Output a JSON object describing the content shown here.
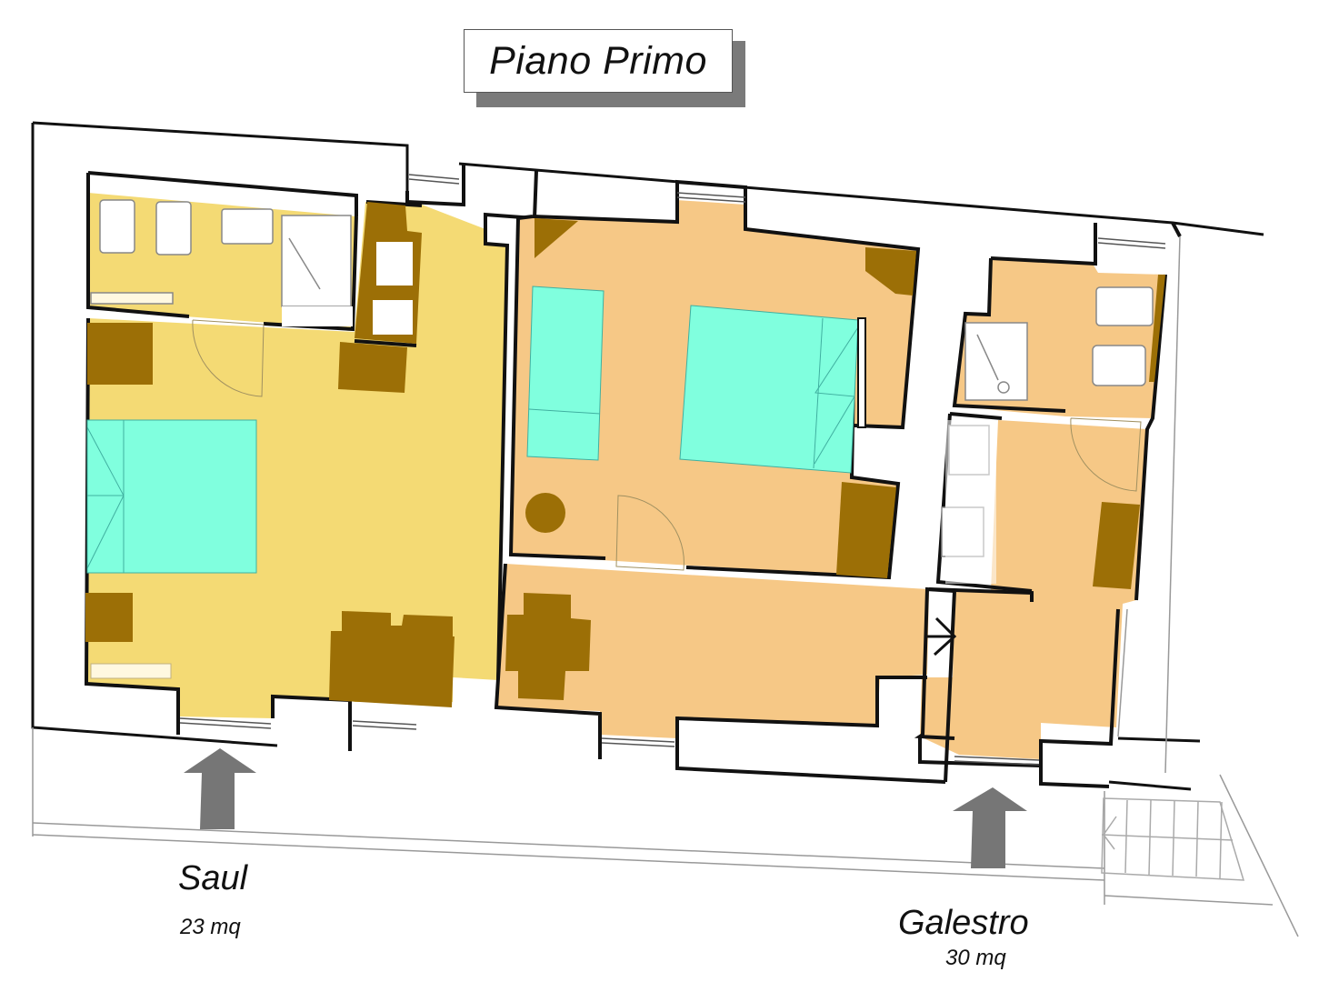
{
  "title": "Piano Primo",
  "colors": {
    "apartment_saul": "#f4da74",
    "apartment_galestro": "#f6c886",
    "furniture": "#9c6f06",
    "bed": "#80ffde",
    "wall": "#111111",
    "fixture_outline": "#888888",
    "entrance_arrow": "#767676"
  },
  "apartments": [
    {
      "name": "Saul",
      "area": "23 mq",
      "rooms": [
        "bathroom",
        "bedroom-living",
        "kitchenette"
      ]
    },
    {
      "name": "Galestro",
      "area": "30 mq",
      "rooms": [
        "bedroom",
        "living-dining",
        "bathroom",
        "entry-hall"
      ]
    }
  ],
  "entrances": [
    {
      "apartment": "Saul",
      "icon": "up-arrow-icon"
    },
    {
      "apartment": "Galestro",
      "icon": "up-arrow-icon"
    }
  ],
  "stairs": {
    "steps": 6,
    "icon": "stairs-icon"
  }
}
